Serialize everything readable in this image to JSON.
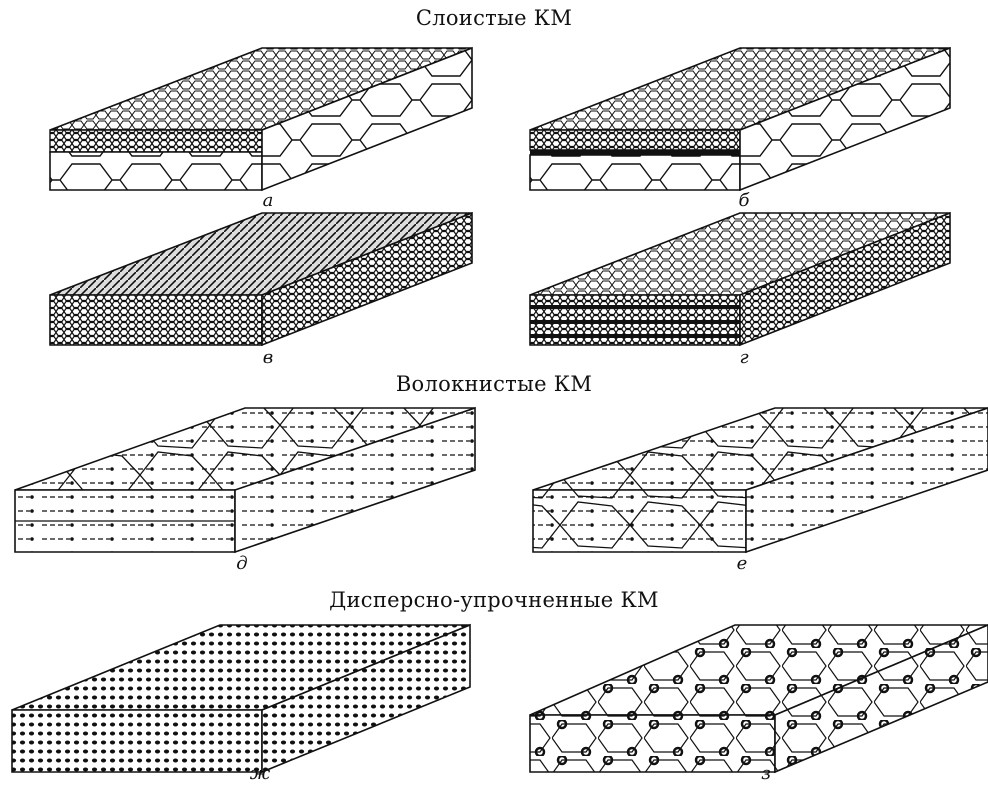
{
  "headings": {
    "layered": "Слоистые КМ",
    "fibrous": "Волокнистые КМ",
    "dispersion": "Дисперсно-упрочненные КМ"
  },
  "captions": [
    "а",
    "б",
    "в",
    "г",
    "д",
    "е",
    "ж",
    "з"
  ],
  "colors": {
    "ink": "#111111",
    "paper": "#ffffff"
  }
}
